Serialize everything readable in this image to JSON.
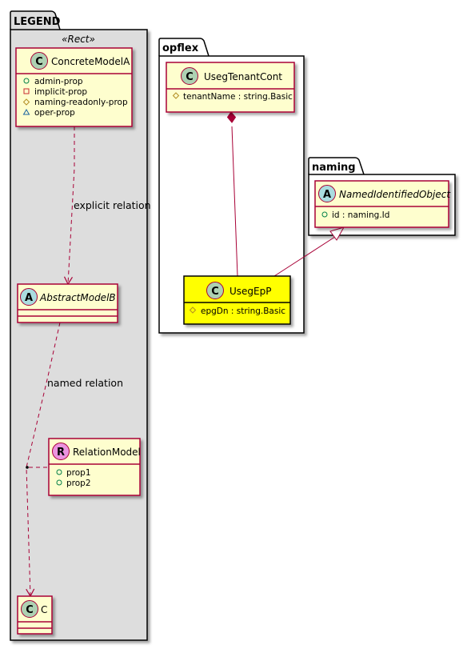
{
  "packages": {
    "legend": {
      "title": "LEGEND",
      "stereotype": "«Rect»"
    },
    "opflex": {
      "title": "opflex"
    },
    "naming": {
      "title": "naming"
    }
  },
  "classes": {
    "concrete_model_a": {
      "kind": "C",
      "name": "ConcreteModelA",
      "attributes": [
        {
          "visibility": "public",
          "text": "admin-prop"
        },
        {
          "visibility": "private",
          "text": "implicit-prop"
        },
        {
          "visibility": "protected",
          "text": "naming-readonly-prop"
        },
        {
          "visibility": "package",
          "text": "oper-prop"
        }
      ]
    },
    "abstract_model_b": {
      "kind": "A",
      "name": "AbstractModelB",
      "attributes": []
    },
    "relation_model": {
      "kind": "R",
      "name": "RelationModel",
      "attributes": [
        {
          "visibility": "public",
          "text": "prop1"
        },
        {
          "visibility": "public",
          "text": "prop2"
        }
      ]
    },
    "c": {
      "kind": "C",
      "name": "C",
      "attributes": []
    },
    "useg_tenant_cont": {
      "kind": "C",
      "name": "UsegTenantCont",
      "attributes": [
        {
          "visibility": "protected",
          "text": "tenantName : string.Basic"
        }
      ]
    },
    "useg_ep_p": {
      "kind": "C",
      "name": "UsegEpP",
      "attributes": [
        {
          "visibility": "protected",
          "text": "epgDn : string.Basic"
        }
      ]
    },
    "named_identified_object": {
      "kind": "A",
      "name": "NamedIdentifiedObject",
      "attributes": [
        {
          "visibility": "public",
          "text": "id : naming.Id"
        }
      ]
    }
  },
  "relations": {
    "explicit": {
      "label": "explicit relation"
    },
    "named": {
      "label": "named relation"
    }
  },
  "colors": {
    "class_fill": "#FEFECE",
    "class_border": "#A80036",
    "highlight_fill": "#FFFF00",
    "highlight_border": "#000000",
    "legend_fill": "#DDDDDD",
    "spot_class": "#ADD1B2",
    "spot_abstract": "#A9DCDF",
    "spot_relation": "#EB93DF",
    "edge": "#A80036",
    "vis_public": "#038048",
    "vis_private": "#C82930",
    "vis_protected": "#B38D22",
    "vis_package": "#1963A0"
  }
}
